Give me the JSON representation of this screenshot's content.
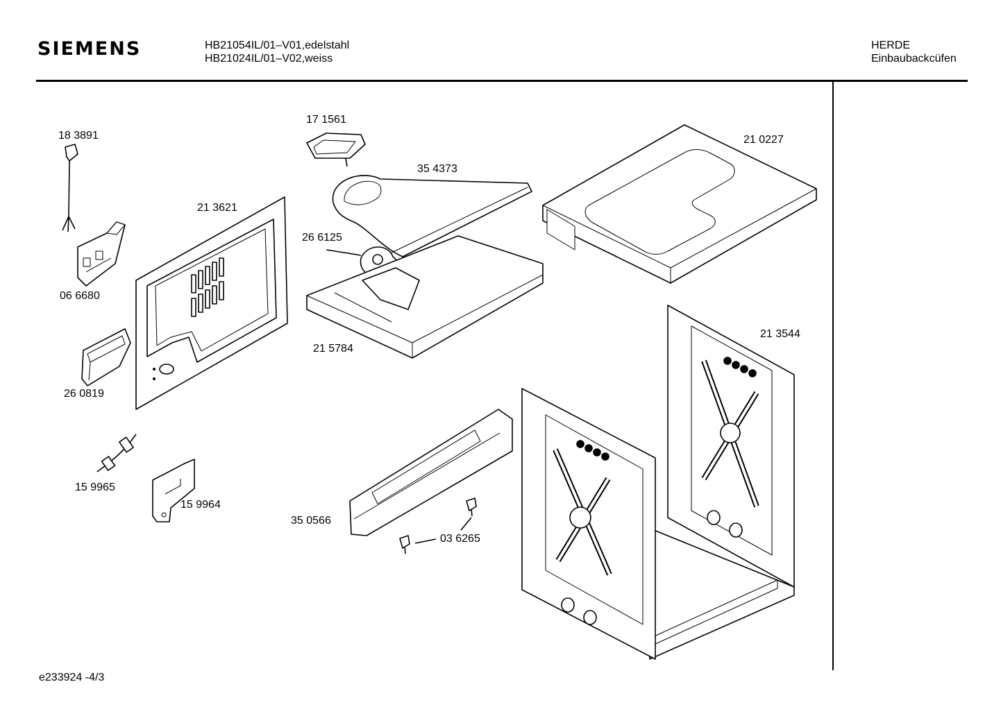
{
  "header": {
    "brand": "SIEMENS",
    "model_line_1": "HB21054IL/01–V01,edelstahl",
    "model_line_2": "HB21024IL/01–V02,weiss",
    "category_line_1": "HERDE",
    "category_line_2": "Einbaubackcüfen"
  },
  "parts": {
    "p183891": "18 3891",
    "p066680": "06 6680",
    "p260819": "26 0819",
    "p159965": "15 9965",
    "p159964": "15 9964",
    "p213621": "21 3621",
    "p171561": "17 1561",
    "p354373": "35 4373",
    "p266125": "26 6125",
    "p215784": "21 5784",
    "p210227": "21 0227",
    "p213544": "21 3544",
    "p350566": "35 0566",
    "p036265": "03 6265"
  },
  "footer": {
    "doc_id": "e233924  -4/3"
  }
}
